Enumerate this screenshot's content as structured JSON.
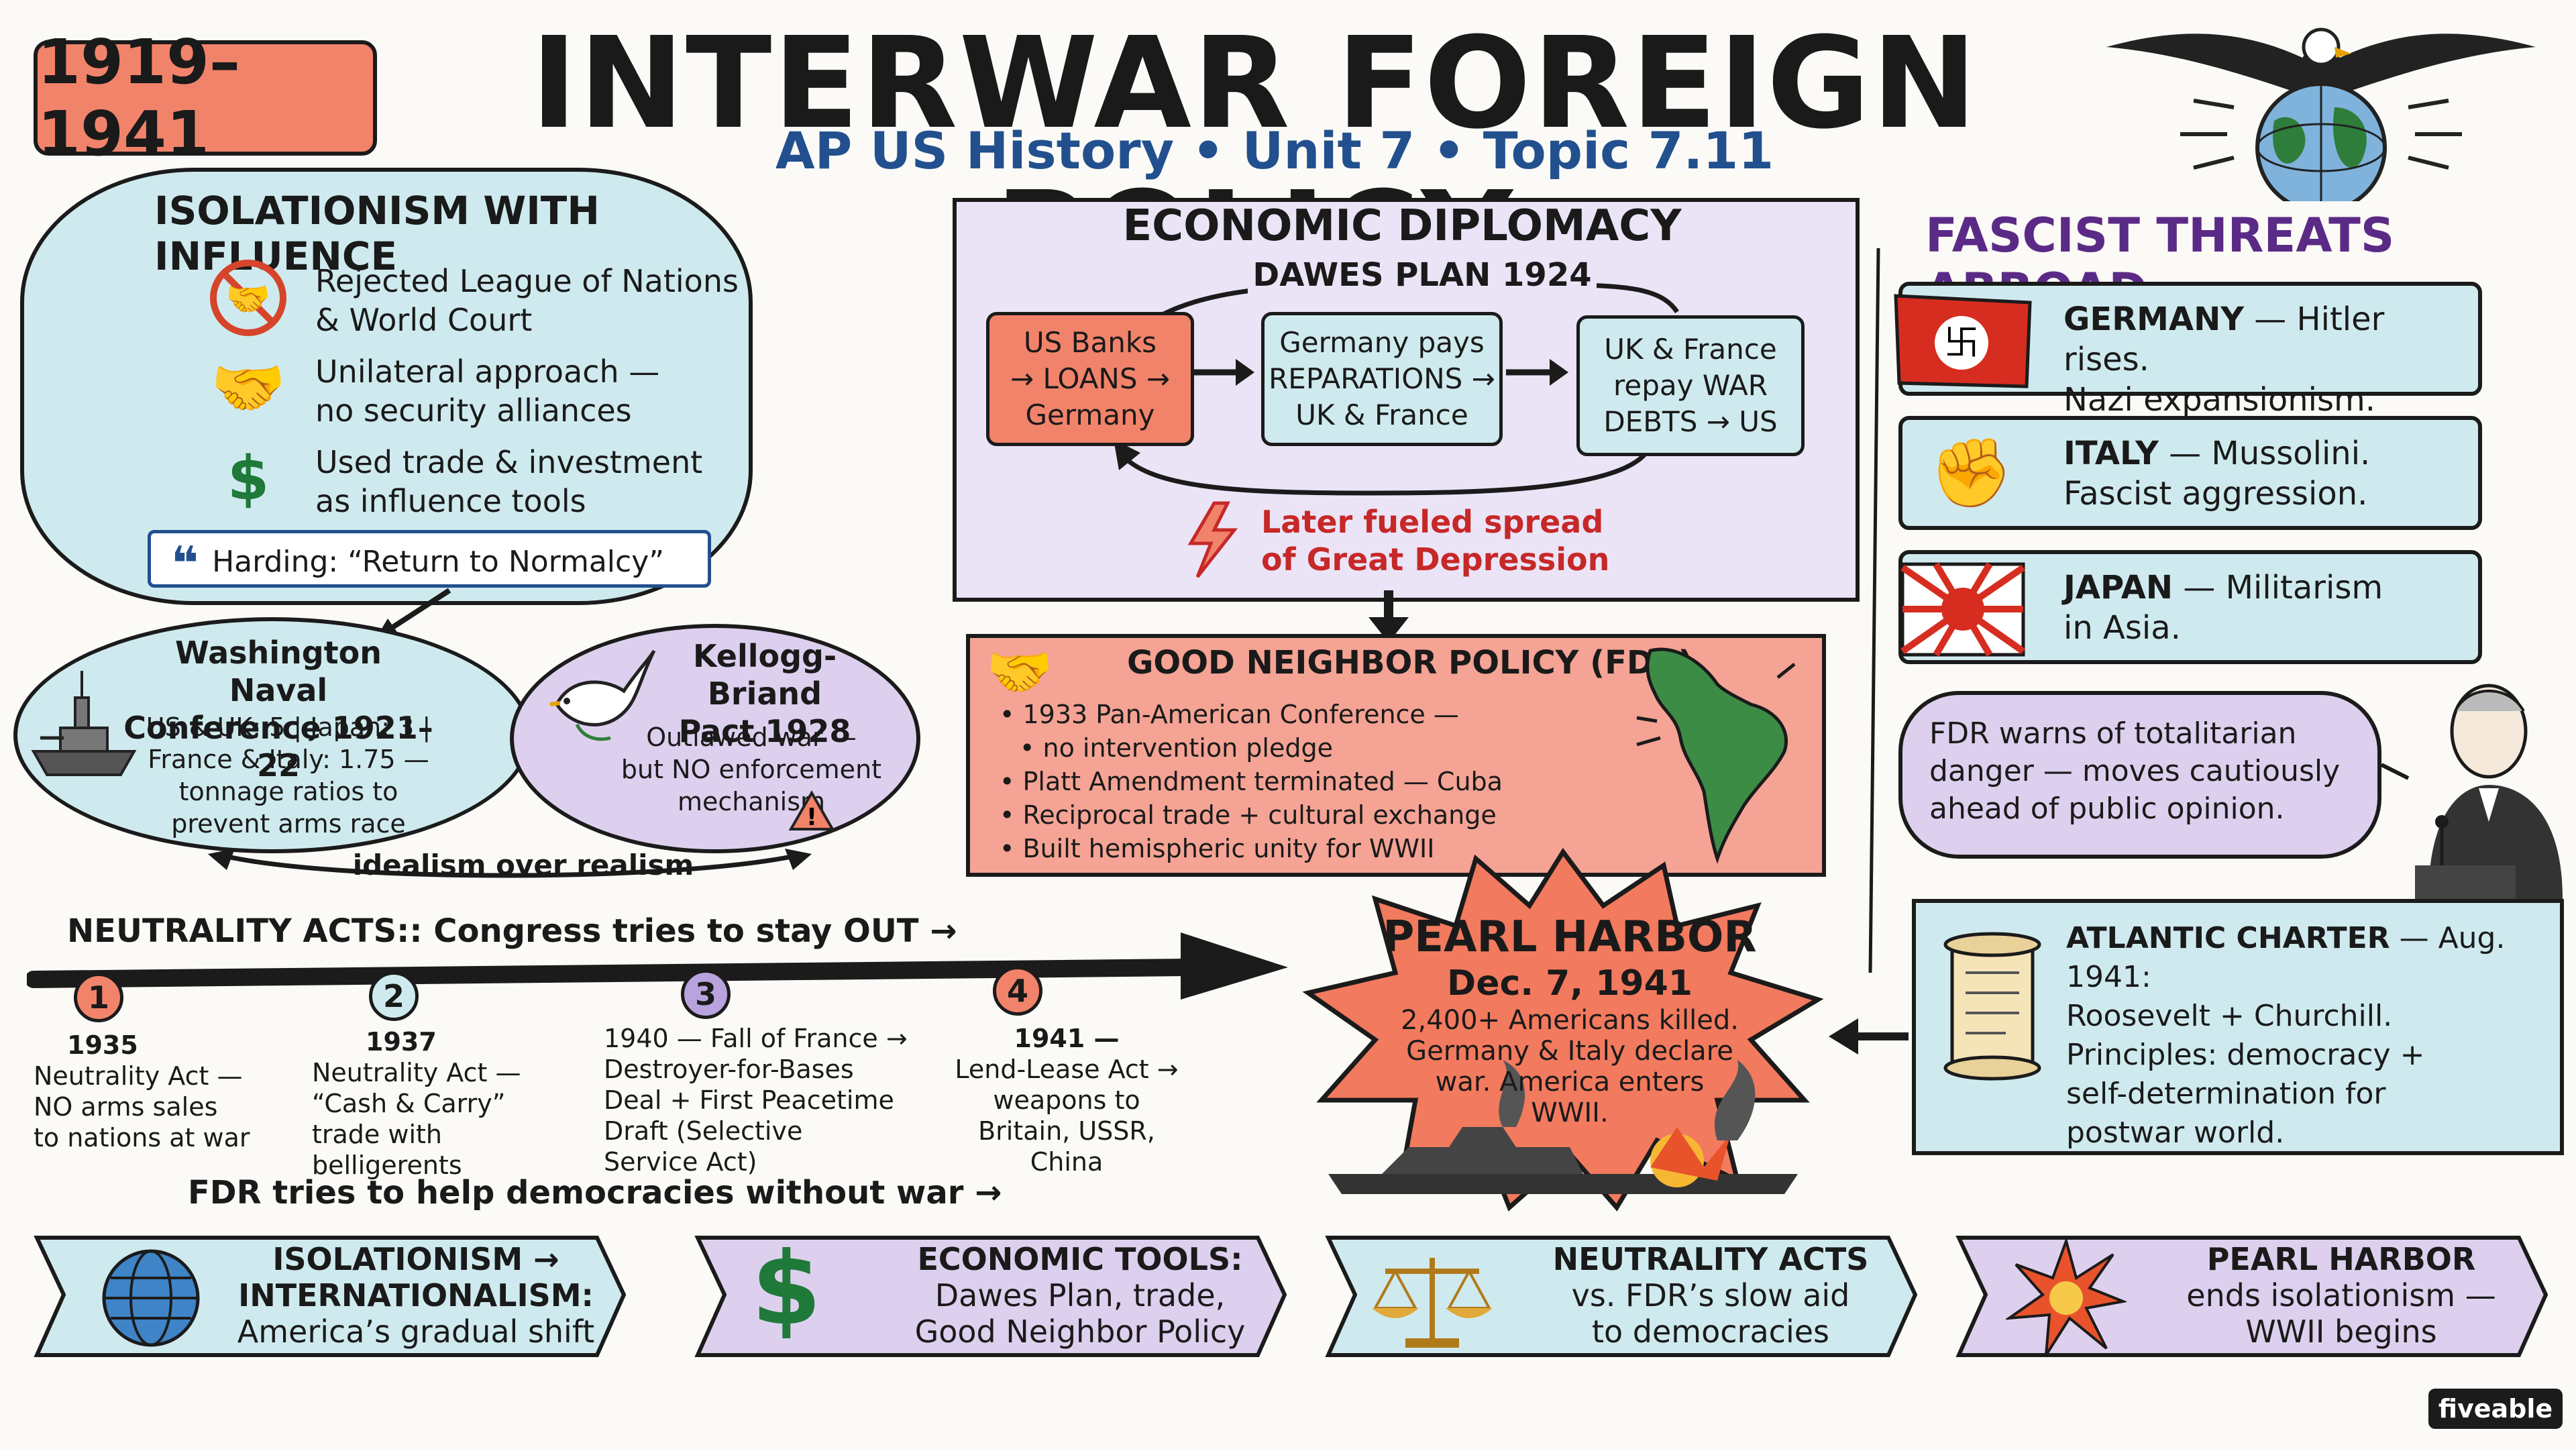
{
  "header": {
    "years": "1919–1941",
    "title": "INTERWAR FOREIGN POLICY",
    "subtitle": "AP US History • Unit 7 • Topic 7.11"
  },
  "isolationism": {
    "title": "ISOLATIONISM WITH INFLUENCE",
    "items": [
      {
        "line1": "Rejected League of Nations",
        "line2": "& World Court",
        "icon": "no-handshake-icon"
      },
      {
        "line1": "Unilateral approach —",
        "line2": "no security alliances",
        "icon": "handshake-icon"
      },
      {
        "line1": "Used trade & investment",
        "line2": "as influence tools",
        "icon": "dollar-icon"
      }
    ],
    "quote": "Harding: “Return to Normalcy”"
  },
  "washington": {
    "title1": "Washington Naval",
    "title2": "Conference 1921–22",
    "line1": "US & UK: 5 | Japan: 3 |",
    "line2": "France & Italy: 1.75 —",
    "line3": "tonnage ratios to",
    "line4": "prevent arms race"
  },
  "kellogg": {
    "title1": "Kellogg-Briand",
    "title2": "Pact 1928",
    "line1": "Outlawed war —",
    "line2": "but NO enforcement",
    "line3": "mechanism"
  },
  "idealism": "idealism over realism",
  "economic": {
    "title": "ECONOMIC DIPLOMACY",
    "dawes": "DAWES PLAN 1924",
    "box1": [
      "US Banks",
      "→ LOANS →",
      "Germany"
    ],
    "box2": [
      "Germany pays",
      "REPARATIONS →",
      "UK & France"
    ],
    "box3": [
      "UK & France",
      "repay WAR",
      "DEBTS → US"
    ],
    "note1": "Later fueled spread",
    "note2": "of Great Depression"
  },
  "good_neighbor": {
    "title": "GOOD NEIGHBOR POLICY (FDR)",
    "items": [
      "1933 Pan-American Conference —",
      "no intervention pledge",
      "Platt Amendment terminated — Cuba",
      "Reciprocal trade + cultural exchange",
      "Built hemispheric unity for WWII"
    ]
  },
  "fascist": {
    "title": "FASCIST THREATS ABROAD",
    "items": [
      {
        "name": "GERMANY",
        "line1": " — Hitler rises.",
        "line2": "Nazi expansionism."
      },
      {
        "name": "ITALY",
        "line1": " — Mussolini.",
        "line2": "Fascist aggression."
      },
      {
        "name": "JAPAN",
        "line1": " — Militarism",
        "line2": "in Asia."
      }
    ]
  },
  "fdr_bubble": {
    "line1": "FDR warns of totalitarian",
    "line2": "danger — moves cautiously",
    "line3": "ahead of public opinion."
  },
  "atlantic": {
    "title": "ATLANTIC CHARTER",
    "date": " — Aug. 1941:",
    "line1": "Roosevelt + Churchill.",
    "line2": "Principles: democracy +",
    "line3": "self-determination for",
    "line4": "postwar world."
  },
  "pearl": {
    "title": "PEARL HARBOR",
    "date": "Dec. 7, 1941",
    "line1": "2,400+ Americans killed.",
    "line2": "Germany & Italy declare",
    "line3": "war. America enters",
    "line4": "WWII."
  },
  "neutrality": {
    "title": "NEUTRALITY ACTS:: Congress tries to stay OUT →",
    "events": [
      {
        "num": "1",
        "color": "#f2836b",
        "lines": [
          "1935",
          "Neutrality Act —",
          "NO arms sales",
          "to nations at war"
        ]
      },
      {
        "num": "2",
        "color": "#cfeaee",
        "lines": [
          "1937",
          "Neutrality Act —",
          "“Cash & Carry”",
          "trade with",
          "belligerents"
        ]
      },
      {
        "num": "3",
        "color": "#b9a3dc",
        "lines": [
          "1940 — Fall of France →",
          "Destroyer-for-Bases",
          "Deal + First Peacetime",
          "Draft (Selective",
          "Service Act)"
        ]
      },
      {
        "num": "4",
        "color": "#f2836b",
        "lines": [
          "1941 —",
          "Lend-Lease Act →",
          "weapons to",
          "Britain, USSR,",
          "China"
        ]
      }
    ],
    "footer": "FDR tries to help democracies without war →"
  },
  "banners": [
    {
      "line1": "ISOLATIONISM →",
      "line2": "INTERNATIONALISM:",
      "line3": "America’s gradual shift",
      "color": "#cfeaee",
      "icon": "globe-icon"
    },
    {
      "line1": "ECONOMIC TOOLS:",
      "line2": "Dawes Plan, trade,",
      "line3": "Good Neighbor Policy",
      "color": "#ddd0ee",
      "icon": "dollar-icon"
    },
    {
      "line1": "NEUTRALITY ACTS",
      "line2": "vs. FDR’s slow aid",
      "line3": "to democracies",
      "color": "#cfeaee",
      "icon": "scales-icon"
    },
    {
      "line1": "PEARL HARBOR",
      "line2": "ends isolationism —",
      "line3": "WWII begins",
      "color": "#ddd0ee",
      "icon": "explosion-icon"
    }
  ],
  "brand": "fiveable",
  "colors": {
    "coral": "#f2836b",
    "teal": "#cfeaee",
    "lavender": "#ddd0ee",
    "navy": "#22508f",
    "purple": "#5b2a86",
    "red": "#c62828"
  }
}
